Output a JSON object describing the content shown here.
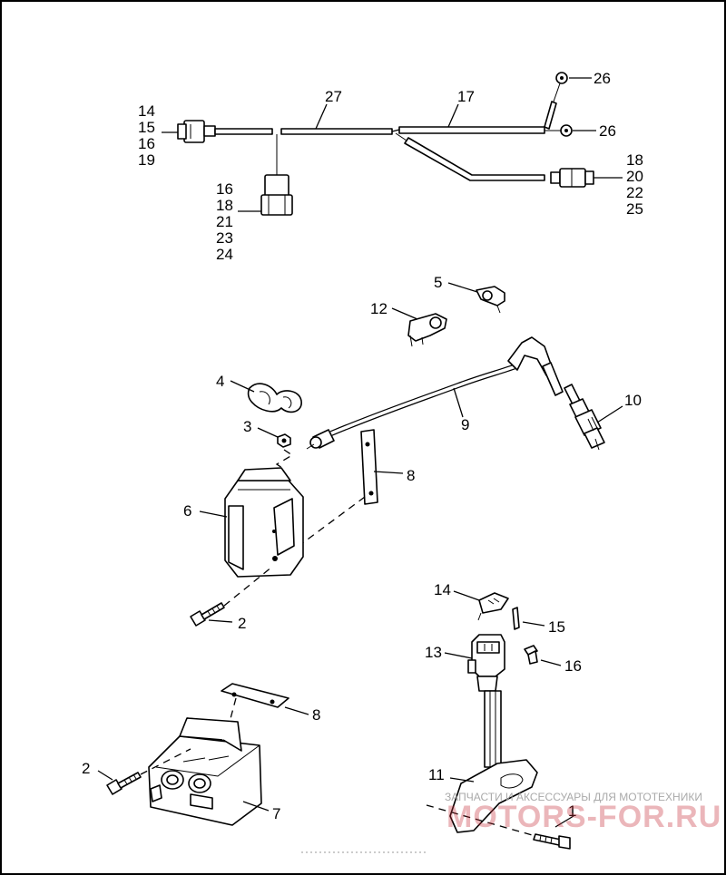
{
  "callouts": {
    "harness_left": [
      "14",
      "15",
      "16",
      "19"
    ],
    "harness_27": "27",
    "harness_17": "17",
    "harness_26a": "26",
    "harness_26b": "26",
    "harness_right": [
      "18",
      "20",
      "22",
      "25"
    ],
    "harness_lower": [
      "16",
      "18",
      "21",
      "23",
      "24"
    ],
    "c5": "5",
    "c12": "12",
    "c4": "4",
    "c3": "3",
    "c9": "9",
    "c10": "10",
    "c6": "6",
    "c8a": "8",
    "c2a": "2",
    "c14": "14",
    "c15": "15",
    "c13": "13",
    "c16": "16",
    "c8b": "8",
    "c2b": "2",
    "c11": "11",
    "c1": "1",
    "c7": "7"
  },
  "watermark": {
    "tagline": "ЗАПЧАСТИ И АКСЕССУАРЫ ДЛЯ МОТОТЕХНИКИ",
    "brand": "MOTORS-FOR.RU",
    "color": "#c8323c"
  }
}
